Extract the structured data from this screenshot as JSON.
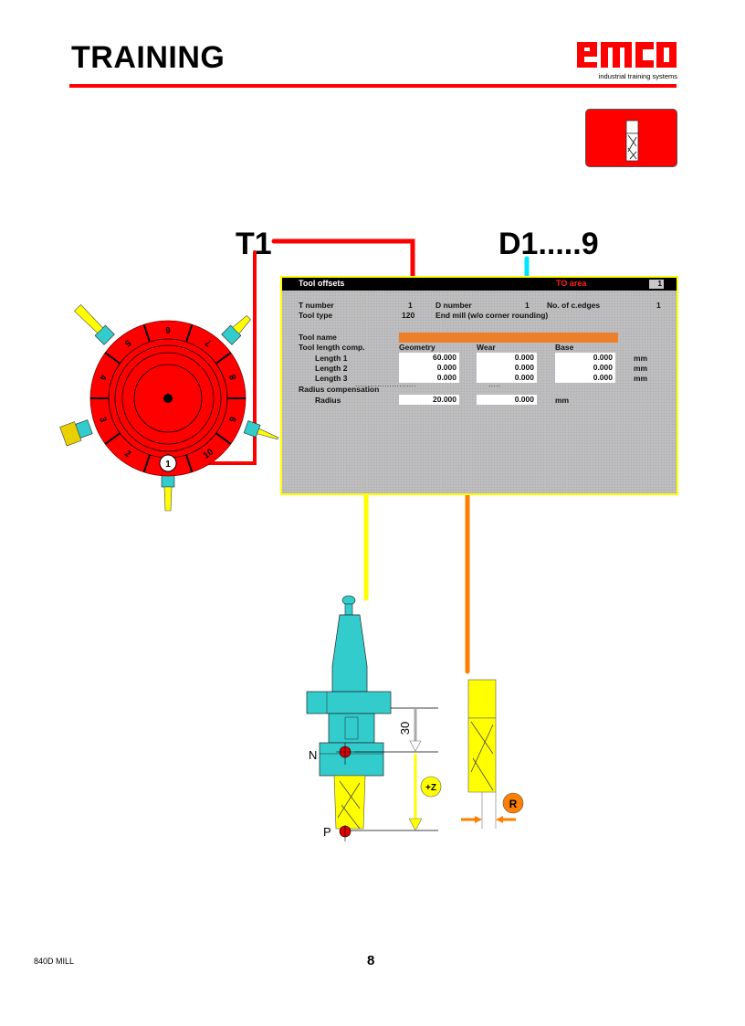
{
  "header": {
    "title": "TRAINING",
    "logo": {
      "word": "emco",
      "tagline": "industrial training systems",
      "color": "#ff0000"
    }
  },
  "icon_box": {
    "icon": "end-mill-icon",
    "color": "#ff0000"
  },
  "labels": {
    "tool_label": "T1",
    "edge_label": "D1.....9"
  },
  "connectors": {
    "tool": "#ff0000",
    "edge": "#00e5ff",
    "length": "#ffff00",
    "radius": "#ff7f00"
  },
  "panel": {
    "title": "Tool offsets",
    "area": "TO area",
    "area_number": "1",
    "t_number_label": "T number",
    "t_number_value": "1",
    "d_number_label": "D number",
    "d_number_value": "1",
    "edges_label": "No. of c.edges",
    "edges_value": "1",
    "tool_type_label": "Tool type",
    "tool_type_value": "120",
    "tool_type_desc": "End mill (w/o corner rounding)",
    "tool_name_label": "Tool name",
    "tool_name_value": "",
    "length_comp_label": "Tool length comp.",
    "columns": [
      "Geometry",
      "Wear",
      "Base"
    ],
    "rows": [
      {
        "label": "Length 1",
        "geometry": "60.000",
        "wear": "0.000",
        "base": "0.000",
        "unit": "mm"
      },
      {
        "label": "Length 2",
        "geometry": "0.000",
        "wear": "0.000",
        "base": "0.000",
        "unit": "mm"
      },
      {
        "label": "Length 3",
        "geometry": "0.000",
        "wear": "0.000",
        "base": "0.000",
        "unit": "mm"
      }
    ],
    "radius_comp_label": "Radius compensation",
    "radius": {
      "label": "Radius",
      "geometry": "20.000",
      "wear": "0.000",
      "unit": "mm"
    }
  },
  "turret": {
    "pockets": [
      "1",
      "2",
      "3",
      "4",
      "5",
      "6",
      "7",
      "8",
      "9",
      "10"
    ],
    "active_pocket": "1"
  },
  "diagram": {
    "dimension": "30",
    "point_n": "N",
    "point_p": "P",
    "axis_badge": "+Z",
    "radius_badge": "R"
  },
  "footer": {
    "left": "840D MILL",
    "page": "8"
  }
}
